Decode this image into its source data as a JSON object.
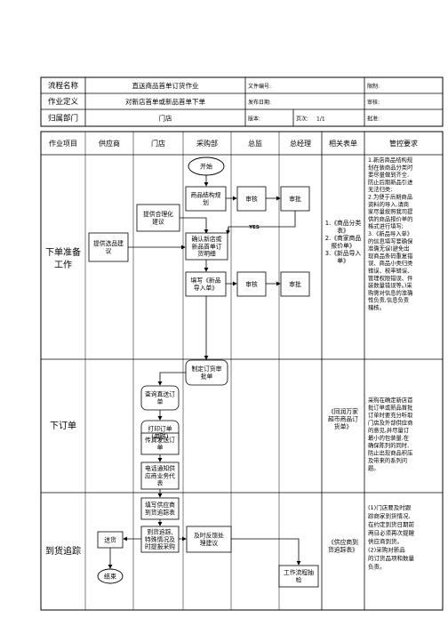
{
  "header": {
    "rows": [
      {
        "label": "流程名称",
        "value": "直送商品首单订货作业",
        "c1": "文件编号:",
        "c2": "限制:"
      },
      {
        "label": "作业定义",
        "value": "对新店首单或新品首单下单",
        "c1": "发布日期:",
        "c2": "审核:"
      },
      {
        "label": "归属部门",
        "value": "门店",
        "c1": "版本:",
        "c1b": "页次:",
        "c1c": "1/1",
        "c2": "批准:"
      }
    ]
  },
  "columns": [
    "作业项目",
    "供应商",
    "门店",
    "采购部",
    "总监",
    "总经理",
    "相关表单",
    "管控要求"
  ],
  "sections": [
    {
      "name": "下单准备工作",
      "forms": [
        "1.《商品分类表》",
        "2.《商家商品报价单》",
        "3.《新品导入单》"
      ],
      "control": [
        "1.新店商品结构规",
        "划在装商品分类时",
        "要尽量做到齐全,",
        "防止后期新品引进",
        "无法归类;",
        "2.为便于后期商品",
        "资料的导入,请商",
        "家尽量按照我司提",
        "供的商品报价单的",
        "格式进行填写;",
        "3.《新品导入单》",
        "的信息填写要确保",
        "准确无误(避免出",
        "现商品条码重复错",
        "误、商品小类归类",
        "错误、税率错误、",
        "管理权限错误、件",
        "装数量错误等。)采",
        "购需对信息的准确",
        "性负责,信息负责",
        "稽核。"
      ]
    },
    {
      "name": "下订单",
      "forms": [
        "《同润万家",
        "超市商品订",
        "货单》"
      ],
      "control": [
        "采购在确定新店首",
        "批订单或新品首批",
        "订单时要充分听取",
        "门店及外部供应商",
        "的意见,并尽量订",
        "最小的包装量,在",
        "确保陈列的同时,",
        "防止出现商品积压",
        "及带来的系列问",
        "题。"
      ]
    },
    {
      "name": "到货追踪",
      "forms": [
        "《供应商到",
        "货追踪表》"
      ],
      "control": [
        "(1)门店要及时跟",
        "踪商家到货情况,",
        "在约定到货日期前",
        "两日必须再次提醒",
        "供应商到货。",
        "(2)采购对新品",
        "的订货品项和数量",
        "负责。"
      ]
    }
  ],
  "nodes": {
    "start": "开始",
    "n1": [
      "商品结构规",
      "划"
    ],
    "n2": "审核",
    "n3": "审批",
    "n4": [
      "提供合理化",
      "建议"
    ],
    "n5": [
      "提供选品建",
      "议"
    ],
    "n6": [
      "确认新店或",
      "新品首单订",
      "货明细"
    ],
    "yes": "YES",
    "n7": [
      "填写《新品",
      "导入单》"
    ],
    "n8": "审核",
    "n9": "审批",
    "n10": [
      "制定订货审",
      "批单"
    ],
    "n11": [
      "查询直送订",
      "单"
    ],
    "n12": [
      "打印订单",
      "(单联)"
    ],
    "n13": [
      "传真发送订",
      "单"
    ],
    "n14": [
      "电话通知供",
      "应商业务代",
      "表"
    ],
    "n15": [
      "填写供应商",
      "到货追踪表"
    ],
    "n16": [
      "到货追踪,",
      "特殊情况及",
      "时提报采购"
    ],
    "n17": [
      "及时反馈处",
      "理建议"
    ],
    "n18": "送货",
    "n19": "结束",
    "n20": [
      "工作流程抽",
      "检"
    ]
  }
}
